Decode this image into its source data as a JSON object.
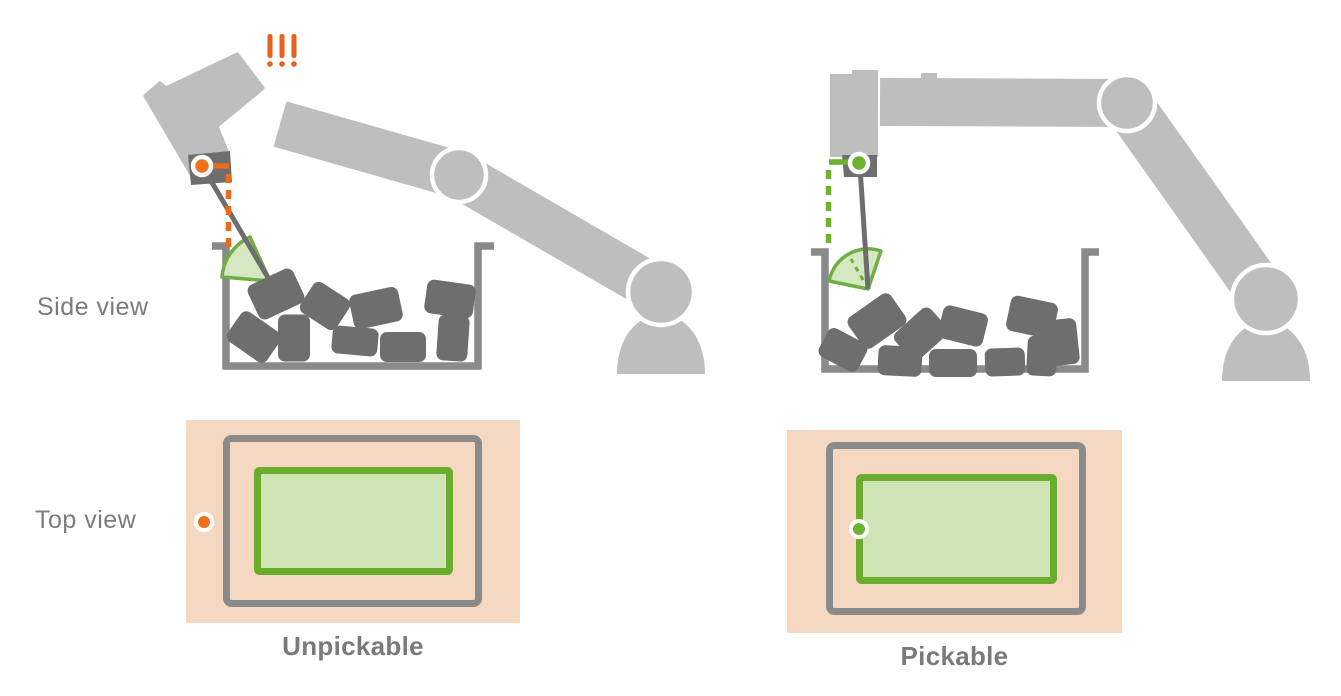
{
  "labels": {
    "side_view": "Side view",
    "top_view": "Top view"
  },
  "scenarios": [
    {
      "caption": "Unpickable",
      "accent_color": "#ED6A1C",
      "warning_icon": "!!!",
      "grip_point_icon": "orange-dot"
    },
    {
      "caption": "Pickable",
      "accent_color": "#6CB12F",
      "grip_point_icon": "green-dot"
    }
  ],
  "colors": {
    "robot_body": "#BEBEBE",
    "joint_ring": "#FFFFFF",
    "bin_wall": "#8A8A8A",
    "parts_dark": "#6E6E6E",
    "unpickable_orange": "#ED6A1C",
    "pickable_green": "#6CB12F",
    "cone_fill": "#D5E8C2",
    "cone_stroke": "#6FAE46",
    "zone_outer_peach": "#F4D8C2",
    "zone_inner_green_fill": "#CFE4B4",
    "zone_inner_green_stroke": "#6AAD2D",
    "label_gray": "#7C7C7C"
  }
}
